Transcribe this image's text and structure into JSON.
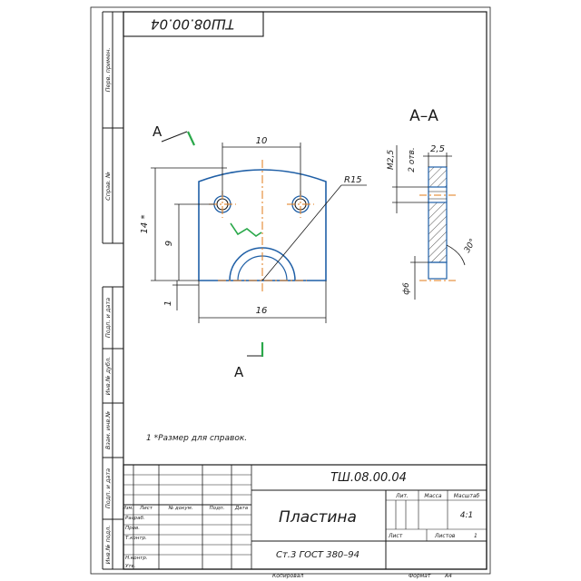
{
  "top_stamp": "ТШ08.00.04",
  "left_strip": {
    "perv_primen": "Перв. примен.",
    "sprav_no": "Справ. №",
    "podp_data_1": "Подп. и дата",
    "inv_dubl": "Инв.№ дубл.",
    "vzam_inv": "Взам. инв.№",
    "podp_data_2": "Подп. и дата",
    "inv_podl": "Инв.№ подл."
  },
  "view": {
    "section_letter_top": "А",
    "section_letter_bottom": "А",
    "dim_hole_spacing": "10",
    "dim_height_ref": "14 *",
    "dim_hole_height": "9",
    "dim_bottom_offset": "1",
    "dim_width": "16",
    "dim_radius": "R15"
  },
  "section": {
    "title": "А–А",
    "dim_thickness": "2,5",
    "dim_thread": "М2,5",
    "dim_holes_count": "2 отв.",
    "dim_diameter": "ф6",
    "dim_angle": "30°"
  },
  "note": "1  *Размер для справок.",
  "title_block": {
    "designation": "ТШ.08.00.04",
    "part_name": "Пластина",
    "material": "Ст.3 ГОСТ 380–94",
    "col_headers": [
      "Изм.",
      "Лист",
      "№ докум.",
      "Подп.",
      "Дата"
    ],
    "roles": [
      "Разраб.",
      "Пров.",
      "Т.контр.",
      "",
      "Н.контр.",
      "Утв."
    ],
    "lit_header": "Лит.",
    "mass_header": "Масса",
    "scale_header": "Масштаб",
    "scale_value": "4:1",
    "sheet_label": "Лист",
    "sheets_label": "Листов",
    "sheets_value": "1"
  },
  "footer": {
    "copied": "Копировал",
    "format_label": "Формат",
    "format_value": "А4"
  },
  "colors": {
    "ink": "#1a1a1a",
    "frame_blue": "#1f5fa6",
    "centerline_orange": "#e07b1a",
    "hatch": "#2a2a2a"
  }
}
